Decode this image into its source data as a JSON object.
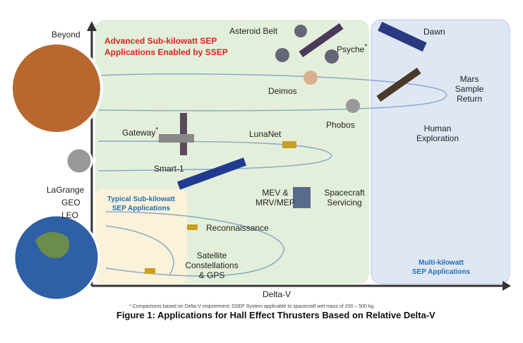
{
  "y_axis": {
    "top": "Beyond",
    "levels": [
      "LaGrange",
      "GEO",
      "LEO"
    ]
  },
  "x_axis": {
    "label": "Delta-V"
  },
  "regions": {
    "advanced": [
      "Advanced Sub-kilowatt SEP",
      "Applications Enabled by SSEP"
    ],
    "typical": [
      "Typical Sub-kilowatt",
      "SEP Applications"
    ],
    "multi": [
      "Multi-kilowatt",
      "SEP Applications"
    ]
  },
  "missions": {
    "asteroid_belt": "Asteroid Belt",
    "psyche": "Psyche",
    "psyche_mark": "*",
    "dawn": "Dawn",
    "deimos": "Deimos",
    "mars_sample_return": [
      "Mars",
      "Sample",
      "Return"
    ],
    "phobos": "Phobos",
    "human_exploration": [
      "Human",
      "Exploration"
    ],
    "gateway": "Gateway",
    "gateway_mark": "*",
    "lunanet": "LunaNet",
    "smart1": "Smart-1",
    "mev": [
      "MEV &",
      "MRV/MEP"
    ],
    "servicing": [
      "Spacecraft",
      "Servicing"
    ],
    "reconnaissance": "Reconnaissance",
    "constellations": [
      "Satellite",
      "Constellations",
      "& GPS"
    ]
  },
  "footnote": "* Comparisons based on Delta-V requirement; SSEP System applicable to spacecraft wet mass of 200 – 500 kg.",
  "caption": "Figure 1: Applications for Hall Effect Thrusters Based on Relative Delta-V"
}
